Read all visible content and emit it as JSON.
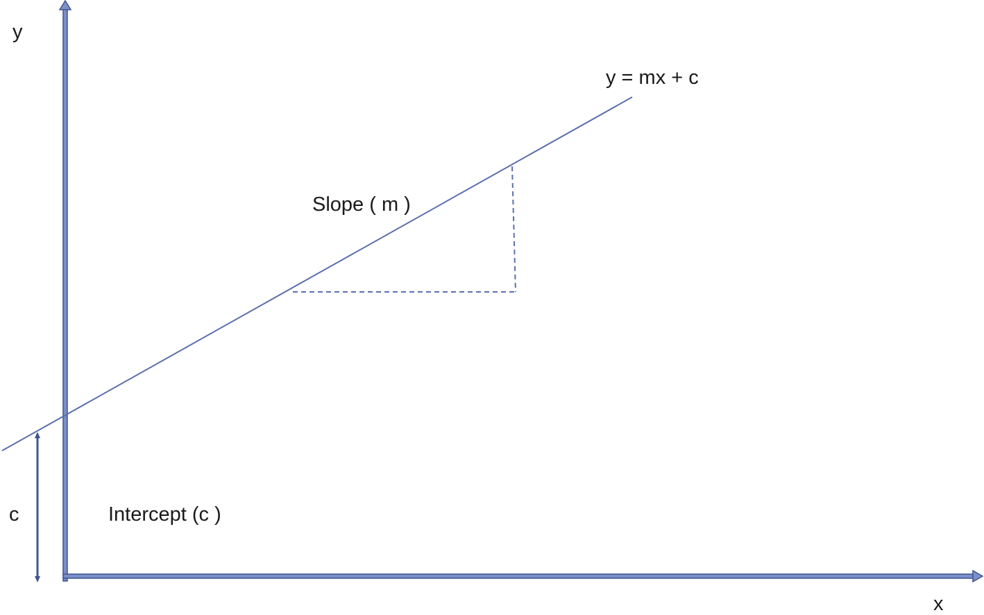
{
  "labels": {
    "y_axis": "y",
    "x_axis": "x",
    "equation": "y = mx + c",
    "slope": "Slope ( m )",
    "c": "c",
    "intercept": "Intercept (c )"
  },
  "colors": {
    "line": "#5b6fae",
    "axis_fill": "#6f84c0",
    "axis_stroke": "#3f5490",
    "text": "#1a1a1a"
  }
}
